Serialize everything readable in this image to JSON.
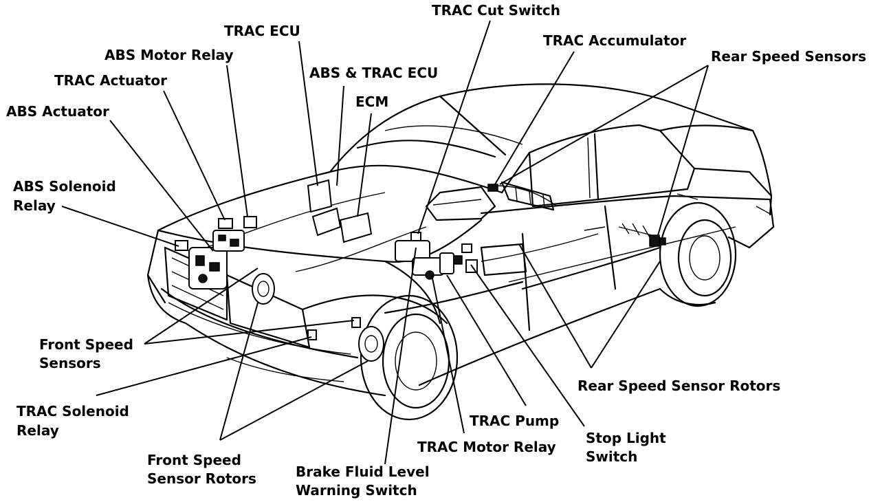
{
  "labels": {
    "trac_cut_switch": "TRAC Cut Switch",
    "trac_ecu": "TRAC ECU",
    "trac_accumulator": "TRAC Accumulator",
    "abs_motor_relay": "ABS Motor Relay",
    "rear_speed_sensors": "Rear Speed Sensors",
    "abs_trac_ecu": "ABS & TRAC ECU",
    "trac_actuator": "TRAC Actuator",
    "ecm": "ECM",
    "abs_actuator": "ABS Actuator",
    "abs_solenoid_relay_1": "ABS Solenoid",
    "abs_solenoid_relay_2": "Relay",
    "front_speed_sensors_1": "Front Speed",
    "front_speed_sensors_2": "Sensors",
    "rear_speed_sensor_rotors": "Rear Speed Sensor Rotors",
    "trac_solenoid_relay_1": "TRAC Solenoid",
    "trac_solenoid_relay_2": "Relay",
    "trac_pump": "TRAC Pump",
    "stop_light_switch_1": "Stop Light",
    "stop_light_switch_2": "Switch",
    "trac_motor_relay": "TRAC Motor Relay",
    "front_speed_sensor_rotors_1": "Front Speed",
    "front_speed_sensor_rotors_2": "Sensor Rotors",
    "brake_fluid_level_1": "Brake Fluid Level",
    "brake_fluid_level_2": "Warning Switch"
  }
}
